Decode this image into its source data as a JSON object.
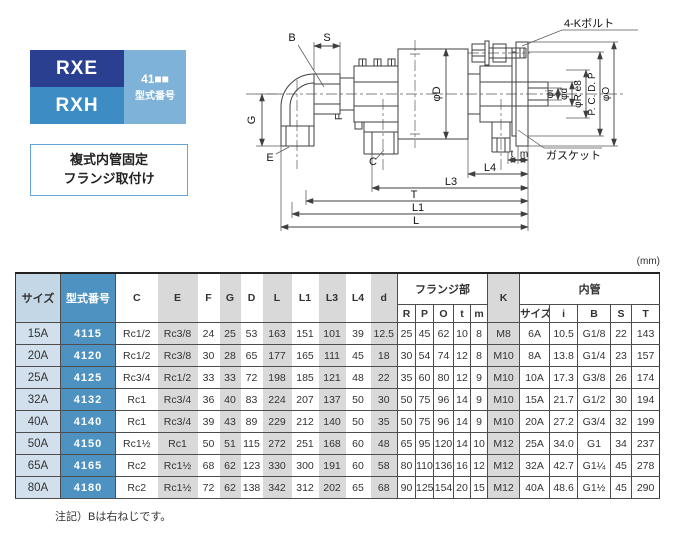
{
  "brand": {
    "series_top": "RXE",
    "series_bottom": "RXH",
    "code": "41■■",
    "code_caption": "型式番号"
  },
  "feature_box": {
    "line1": "複式内管固定",
    "line2": "フランジ取付け"
  },
  "diagram": {
    "labels": {
      "b": "B",
      "s": "S",
      "g": "G",
      "e": "E",
      "f": "F",
      "c": "C",
      "phi_d_body": "φD",
      "bolts": "4-Kボルト",
      "gasket": "ガスケット",
      "phi_i": "φi",
      "phi_d_pipe": "φd",
      "phi_r_e8": "φR e8",
      "pcd": "P. C. D. P",
      "phi_o": "φO",
      "t": "t",
      "m": "m",
      "l4": "L4",
      "l3": "L3",
      "t_len": "T",
      "l1": "L1",
      "l": "L"
    }
  },
  "table": {
    "unit": "(mm)",
    "headers": {
      "size": "サイズ",
      "model": "型式番号",
      "c": "C",
      "e": "E",
      "f": "F",
      "g": "G",
      "d_cap": "D",
      "l": "L",
      "l1": "L1",
      "l3": "L3",
      "l4": "L4",
      "d_small": "d",
      "flange_group": "フランジ部",
      "r": "R",
      "p": "P",
      "o": "O",
      "t": "t",
      "m": "m",
      "k": "K",
      "inner_group": "内管",
      "inner_size": "サイズ",
      "i": "i",
      "b": "B",
      "s": "S",
      "t_cap": "T"
    },
    "rows": [
      {
        "size": "15A",
        "model": "4115",
        "values": [
          "Rc1/2",
          "Rc3/8",
          "24",
          "25",
          "53",
          "163",
          "151",
          "101",
          "39",
          "12.5",
          "25",
          "45",
          "62",
          "10",
          "8",
          "M8",
          "6A",
          "10.5",
          "G1/8",
          "22",
          "143"
        ]
      },
      {
        "size": "20A",
        "model": "4120",
        "values": [
          "Rc1/2",
          "Rc3/8",
          "30",
          "28",
          "65",
          "177",
          "165",
          "111",
          "45",
          "18",
          "30",
          "54",
          "74",
          "12",
          "8",
          "M10",
          "8A",
          "13.8",
          "G1/4",
          "23",
          "157"
        ]
      },
      {
        "size": "25A",
        "model": "4125",
        "values": [
          "Rc3/4",
          "Rc1/2",
          "33",
          "33",
          "72",
          "198",
          "185",
          "121",
          "48",
          "22",
          "35",
          "60",
          "80",
          "12",
          "9",
          "M10",
          "10A",
          "17.3",
          "G3/8",
          "26",
          "174"
        ]
      },
      {
        "size": "32A",
        "model": "4132",
        "values": [
          "Rc1",
          "Rc3/4",
          "36",
          "40",
          "83",
          "224",
          "207",
          "137",
          "50",
          "30",
          "50",
          "75",
          "96",
          "14",
          "9",
          "M10",
          "15A",
          "21.7",
          "G1/2",
          "30",
          "194"
        ]
      },
      {
        "size": "40A",
        "model": "4140",
        "values": [
          "Rc1",
          "Rc3/4",
          "39",
          "43",
          "89",
          "229",
          "212",
          "140",
          "50",
          "35",
          "50",
          "75",
          "96",
          "14",
          "9",
          "M10",
          "20A",
          "27.2",
          "G3/4",
          "32",
          "199"
        ]
      },
      {
        "size": "50A",
        "model": "4150",
        "values": [
          "Rc1½",
          "Rc1",
          "50",
          "51",
          "115",
          "272",
          "251",
          "168",
          "60",
          "48",
          "65",
          "95",
          "120",
          "14",
          "10",
          "M12",
          "25A",
          "34.0",
          "G1",
          "34",
          "237"
        ]
      },
      {
        "size": "65A",
        "model": "4165",
        "values": [
          "Rc2",
          "Rc1½",
          "68",
          "62",
          "123",
          "330",
          "300",
          "191",
          "60",
          "58",
          "80",
          "110",
          "136",
          "16",
          "12",
          "M12",
          "32A",
          "42.7",
          "G1¼",
          "45",
          "278"
        ]
      },
      {
        "size": "80A",
        "model": "4180",
        "values": [
          "Rc2",
          "Rc1½",
          "72",
          "62",
          "138",
          "342",
          "312",
          "202",
          "65",
          "68",
          "90",
          "125",
          "154",
          "20",
          "15",
          "M12",
          "40A",
          "48.6",
          "G1½",
          "45",
          "290"
        ]
      }
    ]
  },
  "note": "注記）Bは右ねじです。"
}
